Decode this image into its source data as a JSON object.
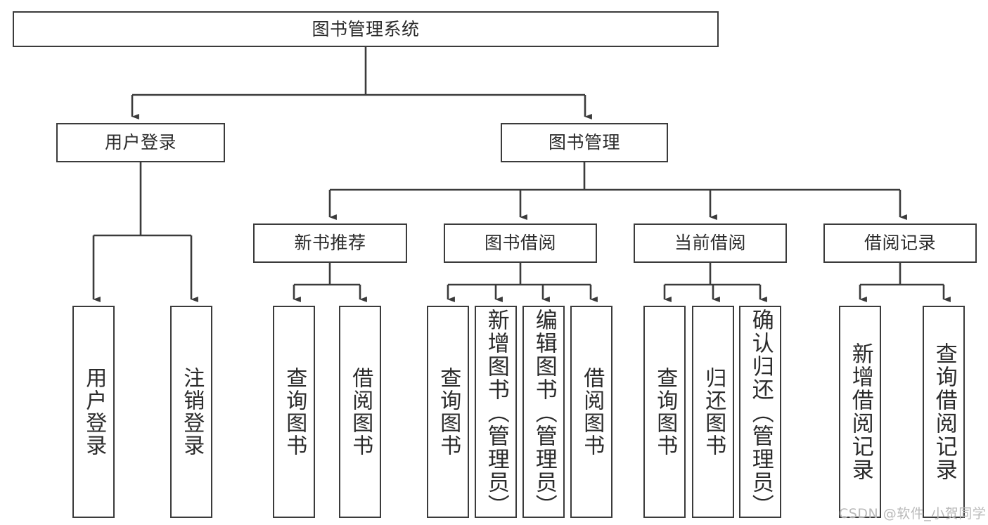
{
  "diagram": {
    "title": "图书管理系统",
    "type": "功能结构图",
    "root": {
      "label": "图书管理系统"
    },
    "level2": [
      {
        "label": "用户登录"
      },
      {
        "label": "图书管理"
      }
    ],
    "level3": [
      {
        "label": "新书推荐"
      },
      {
        "label": "图书借阅"
      },
      {
        "label": "当前借阅"
      },
      {
        "label": "借阅记录"
      }
    ],
    "leaves": {
      "user_login": [
        {
          "label": "用户登录"
        },
        {
          "label": "注销登录"
        }
      ],
      "new_book_recommend": [
        {
          "label": "查询图书"
        },
        {
          "label": "借阅图书"
        }
      ],
      "book_borrow": [
        {
          "label": "查询图书"
        },
        {
          "label": "新增图书（管理员）"
        },
        {
          "label": "编辑图书（管理员）"
        },
        {
          "label": "借阅图书"
        }
      ],
      "current_borrow": [
        {
          "label": "查询图书"
        },
        {
          "label": "归还图书"
        },
        {
          "label": "确认归还（管理员）"
        }
      ],
      "borrow_record": [
        {
          "label": "新增借阅记录"
        },
        {
          "label": "查询借阅记录"
        }
      ]
    }
  },
  "watermark": {
    "text": "CSDN @软件_小贺同学"
  },
  "colors": {
    "stroke": "#3b3b3b",
    "text": "#2b2b2b",
    "background": "#ffffff",
    "watermark": "#b9b9b9"
  }
}
